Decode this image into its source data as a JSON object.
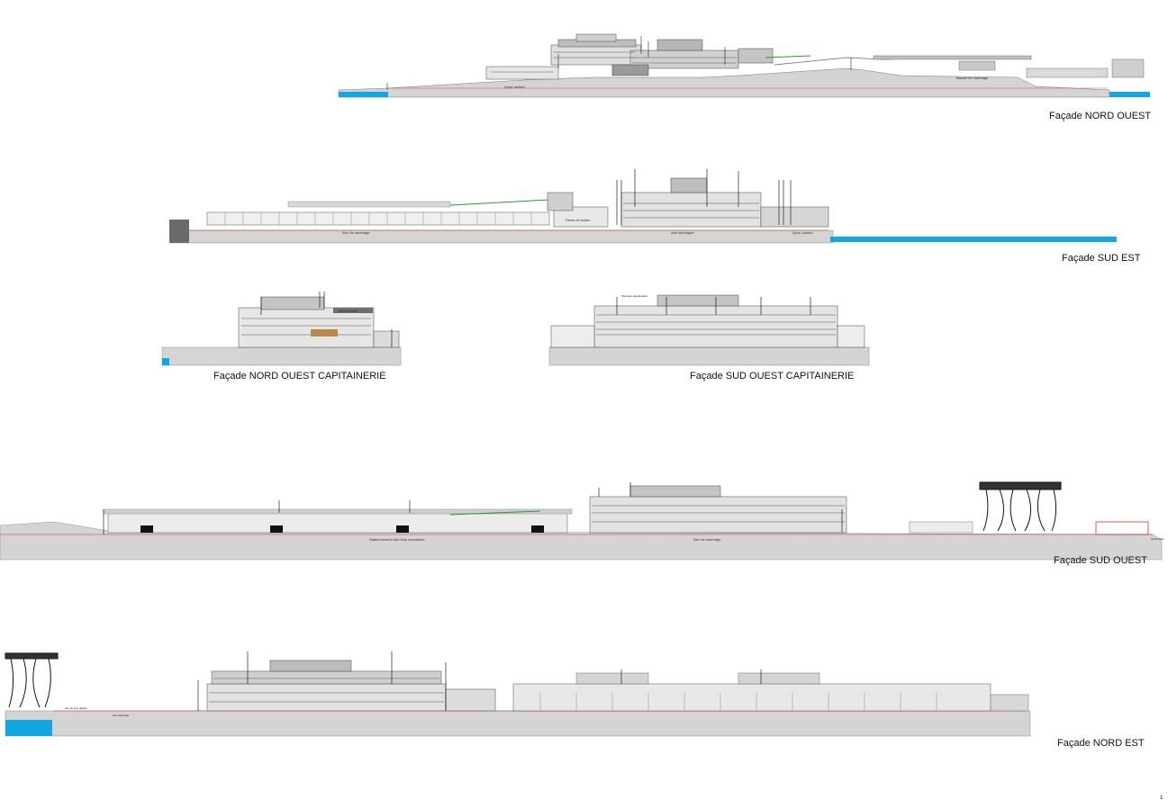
{
  "elevations": [
    {
      "id": "nord-ouest",
      "title": "Façade NORD OUEST",
      "notes": [
        "Quai Lacleuf",
        "Bassin de carénage"
      ]
    },
    {
      "id": "sud-est",
      "title": "Façade SUD EST",
      "notes": [
        "Aire de carénage",
        "Aire technique",
        "Quai Lacleuf",
        "Pleins et boites"
      ]
    },
    {
      "id": "nord-ouest-capitainerie",
      "title": "Façade NORD OUEST CAPITAINERIE",
      "notes": [
        "CAPITAINERIE"
      ]
    },
    {
      "id": "sud-ouest-capitainerie",
      "title": "Façade SUD OUEST CAPITAINERIE",
      "notes": [
        "Panneau signalisation"
      ]
    },
    {
      "id": "sud-ouest",
      "title": "Façade SUD OUEST",
      "notes": [
        "Stationnement des îlots nodulaires",
        "Aire de carénage",
        "QUAI DES"
      ]
    },
    {
      "id": "nord-est",
      "title": "Façade NORD EST",
      "notes": [
        "aire de port départ",
        "aire carénage"
      ]
    }
  ],
  "page_number": "1",
  "colors": {
    "ground": "#d4d4d4",
    "water": "#12a7e0",
    "red_line": "#d8302a",
    "building_dark": "#6e6e6e",
    "building_light": "#c9c9c9"
  }
}
